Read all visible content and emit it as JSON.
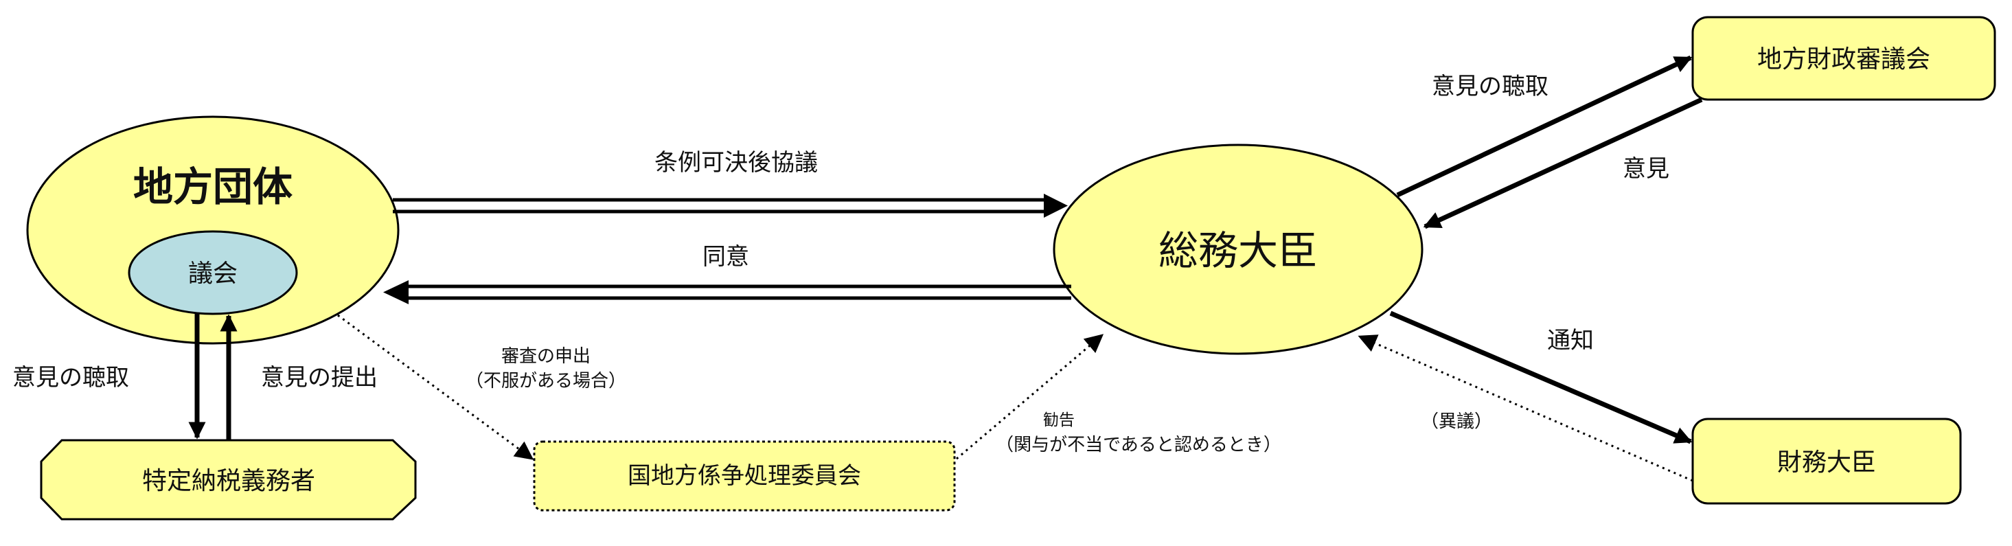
{
  "colors": {
    "node_fill": "#ffff99",
    "council_fill": "#b7dde2",
    "stroke": "#000000"
  },
  "nodes": {
    "local_gov": "地方団体",
    "council": "議会",
    "minister": "総務大臣",
    "taxpayer": "特定納税義務者",
    "committee": "国地方係争処理委員会",
    "fiscal_council": "地方財政審議会",
    "finance_minister": "財務大臣"
  },
  "labels": {
    "ordinance_consult": "条例可決後協議",
    "consent": "同意",
    "hearing_left": "意見の聴取",
    "submit_opinion": "意見の提出",
    "review_request_1": "審査の申出",
    "review_request_2": "（不服がある場合）",
    "recommendation_1": "勧告",
    "recommendation_2": "（関与が不当であると認めるとき）",
    "hearing_right": "意見の聴取",
    "opinion": "意見",
    "notice": "通知",
    "objection": "（異議）"
  }
}
